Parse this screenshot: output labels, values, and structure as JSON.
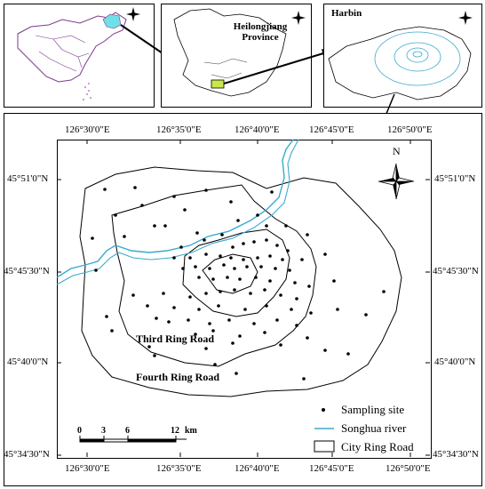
{
  "inset_province": {
    "title": "Heilongjiang Province"
  },
  "inset_city": {
    "title": "Harbin"
  },
  "north_label": "N",
  "top_axis": [
    "126°30'0\"E",
    "126°35'0\"E",
    "126°40'0\"E",
    "126°45'0\"E",
    "126°50'0\"E"
  ],
  "bottom_axis": [
    "126°30'0\"E",
    "126°35'0\"E",
    "126°40'0\"E",
    "126°45'0\"E",
    "126°50'0\"E"
  ],
  "left_axis": [
    "45°51'0\"N",
    "45°45'30\"N",
    "45°40'0\"N",
    "45°34'30\"N"
  ],
  "right_axis": [
    "45°51'0\"N",
    "45°45'30\"N",
    "45°40'0\"N",
    "45°34'30\"N"
  ],
  "ring_labels": {
    "third": "Third Ring Road",
    "fourth": "Fourth Ring Road"
  },
  "scale_bar": {
    "ticks": [
      "0",
      "3",
      "6",
      "12"
    ],
    "unit": "km"
  },
  "legend": [
    {
      "symbol": "dot",
      "label": "Sampling site"
    },
    {
      "symbol": "line",
      "label": "Songhua river",
      "color": "#3aaacc"
    },
    {
      "symbol": "box",
      "label": "City Ring Road"
    }
  ],
  "colors": {
    "river": "#3aaacc",
    "china_outline": "#7b3b8c",
    "highlight": "#6fe0e8",
    "harbin_fill": "#c8e84a"
  }
}
